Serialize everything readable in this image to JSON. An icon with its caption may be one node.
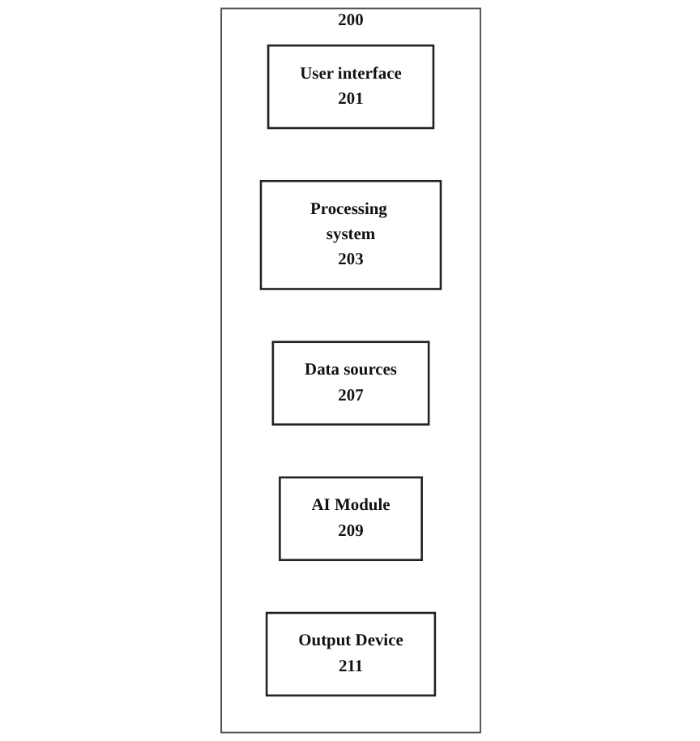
{
  "diagram": {
    "nodes": [
      {
        "text": [
          "200"
        ]
      },
      {
        "text": [
          "User interface",
          "201"
        ],
        "in": 0
      },
      {
        "text": [
          "Processing system",
          "203"
        ],
        "in": 0
      },
      {
        "text": [
          "Data sources",
          "207"
        ],
        "in": 0
      },
      {
        "text": [
          "AI Module",
          "209"
        ],
        "in": 0
      },
      {
        "text": [
          "Output Device",
          "211"
        ],
        "in": 0
      }
    ],
    "edges": []
  }
}
